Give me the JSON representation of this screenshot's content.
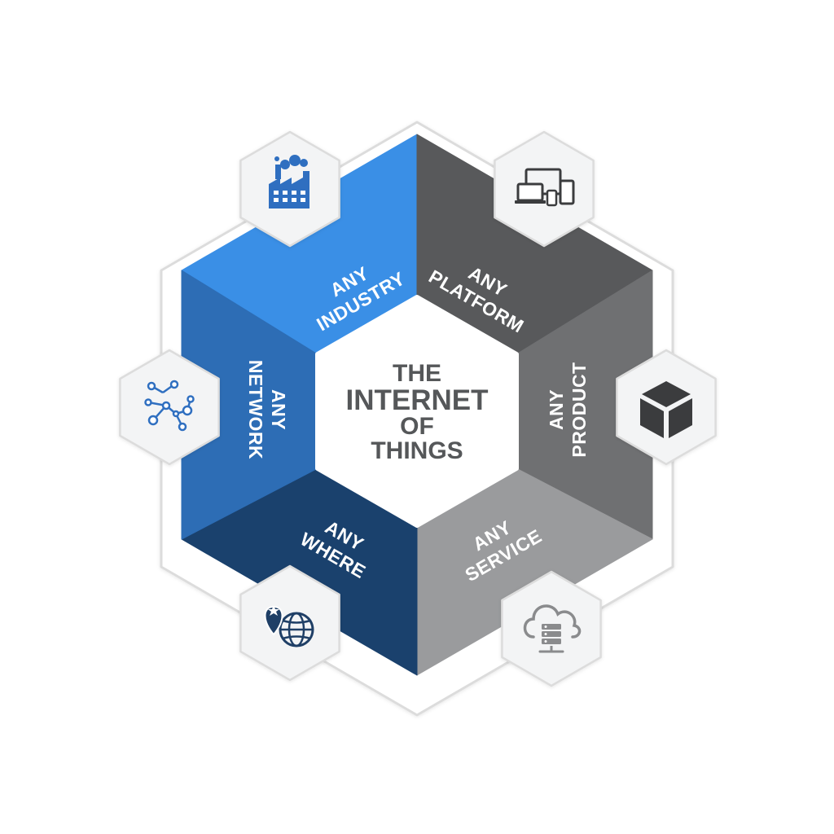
{
  "diagram": {
    "center": {
      "lines": [
        "THE",
        "INTERNET",
        "OF",
        "THINGS"
      ],
      "color": "#555759"
    },
    "segments": [
      {
        "id": "industry",
        "line1": "ANY",
        "line2": "INDUSTRY",
        "color": "#3a8fe6",
        "icon": "factory-icon"
      },
      {
        "id": "platform",
        "line1": "ANY",
        "line2": "PLATFORM",
        "color": "#58595b",
        "icon": "devices-icon"
      },
      {
        "id": "product",
        "line1": "ANY",
        "line2": "PRODUCT",
        "color": "#6f7072",
        "icon": "cube-icon"
      },
      {
        "id": "service",
        "line1": "ANY",
        "line2": "SERVICE",
        "color": "#9a9b9d",
        "icon": "cloud-server-icon"
      },
      {
        "id": "where",
        "line1": "ANY",
        "line2": "WHERE",
        "color": "#1a416d",
        "icon": "location-globe-icon"
      },
      {
        "id": "network",
        "line1": "ANY",
        "line2": "NETWORK",
        "color": "#2d6db5",
        "icon": "network-nodes-icon"
      }
    ],
    "colors": {
      "icon_blue": "#2f6fc0",
      "icon_dark": "#3b3c3e",
      "icon_gray": "#8a8b8d",
      "tile_fill": "#f3f4f5",
      "outline": "#dcdcdc"
    }
  }
}
